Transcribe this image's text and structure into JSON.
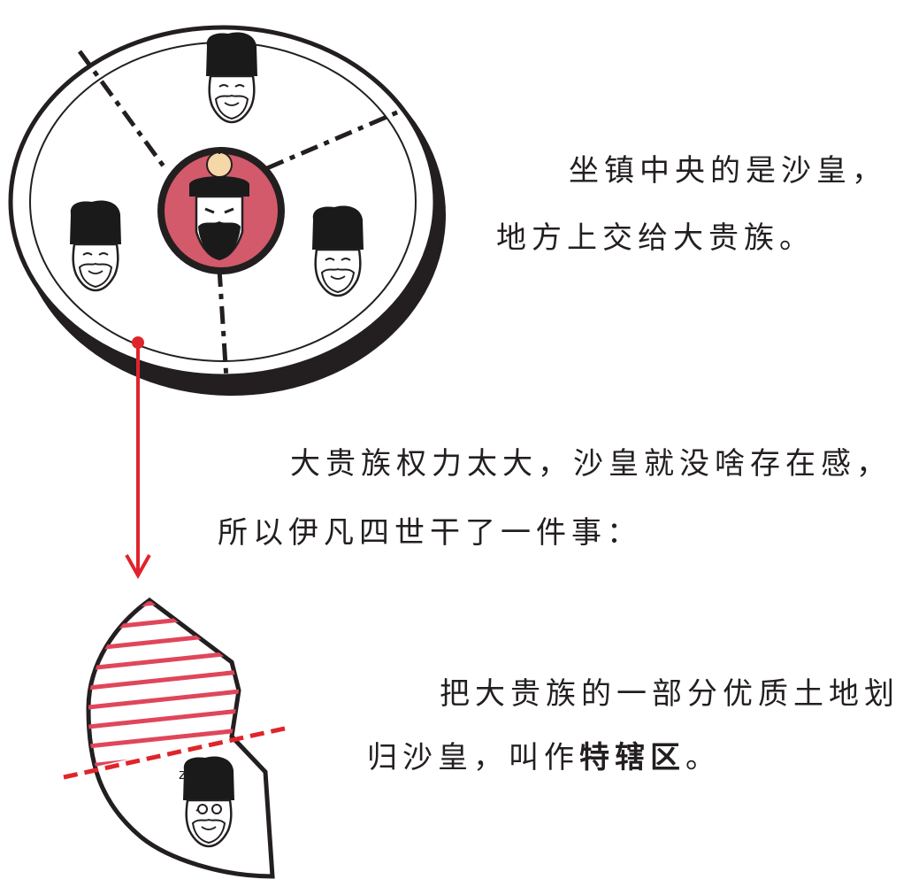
{
  "captions": {
    "line1": "坐镇中央的是沙皇，",
    "line2": "地方上交给大贵族。",
    "line3": "大贵族权力太大，沙皇就没啥存在感，",
    "line4": "所以伊凡四世干了一件事：",
    "line5": "把大贵族的一部分优质土地划",
    "line6_prefix": "归沙皇，叫作",
    "line6_emphasis": "特辖区",
    "line6_suffix": "。"
  },
  "colors": {
    "ink": "#231f20",
    "accent_red": "#e0242b",
    "tsar_circle": "#d35a6a",
    "hatch_red": "#e0465a",
    "paper": "#ffffff",
    "hat": "#1a1a1a"
  },
  "figures": {
    "tsar": "tsar-with-crown-icon",
    "nobles": [
      "noble-boyar-icon",
      "noble-boyar-icon",
      "noble-boyar-icon"
    ],
    "oprichnik": "surprised-boyar-icon"
  }
}
